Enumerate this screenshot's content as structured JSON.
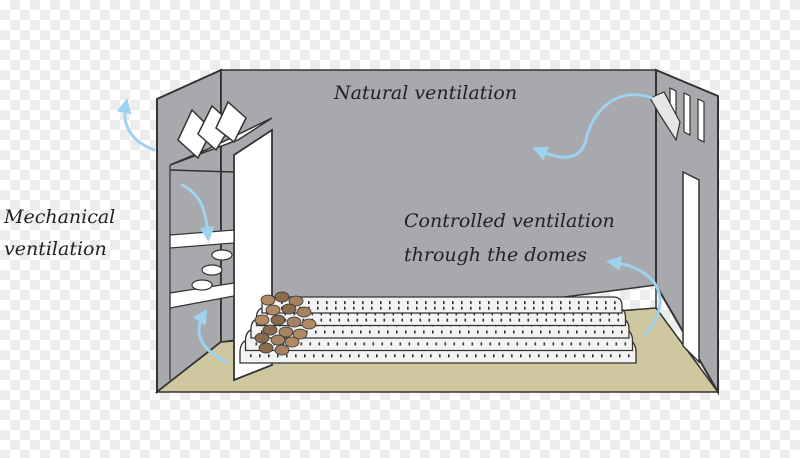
{
  "labels": {
    "natural": "Natural ventilation",
    "mechanical_line1": "Mechanical",
    "mechanical_line2": "ventilation",
    "controlled_line1": "Controlled ventilation",
    "controlled_line2": "through the domes"
  },
  "colors": {
    "wall": "#a7a9ac",
    "floor": "#cfc7a0",
    "arrow": "#9ed2ee",
    "outline": "#333333",
    "dome": "#f3f3f3",
    "rocks": "#9b7b5b"
  },
  "domes": {
    "count": 5
  }
}
